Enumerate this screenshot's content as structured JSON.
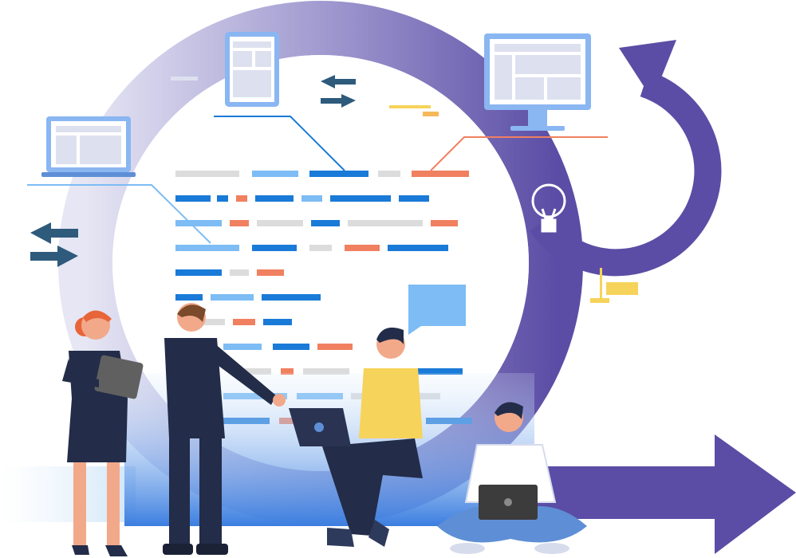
{
  "scene": {
    "type": "illustration",
    "theme": "agile-development-cycle",
    "colors": {
      "cycle_light": "#dcdcf0",
      "cycle_dark": "#5b4da5",
      "accent_blue": "#1a7ad8",
      "light_blue": "#7dbcf4",
      "orange": "#f08060",
      "gray": "#dcdcdc",
      "navy": "#232c48",
      "arrow_dark": "#2e5a7c",
      "yellow": "#f6d35a",
      "device_frame": "#8ab6f2"
    },
    "icons": [
      "laptop-icon",
      "tablet-icon",
      "monitor-icon",
      "lightbulb-icon",
      "swap-arrows-icon",
      "speech-bubble-icon",
      "progress-arrow-icon"
    ],
    "people": [
      "woman-with-tablet",
      "man-pointing",
      "man-with-laptop-sitting",
      "man-sitting-cross-legged"
    ]
  }
}
